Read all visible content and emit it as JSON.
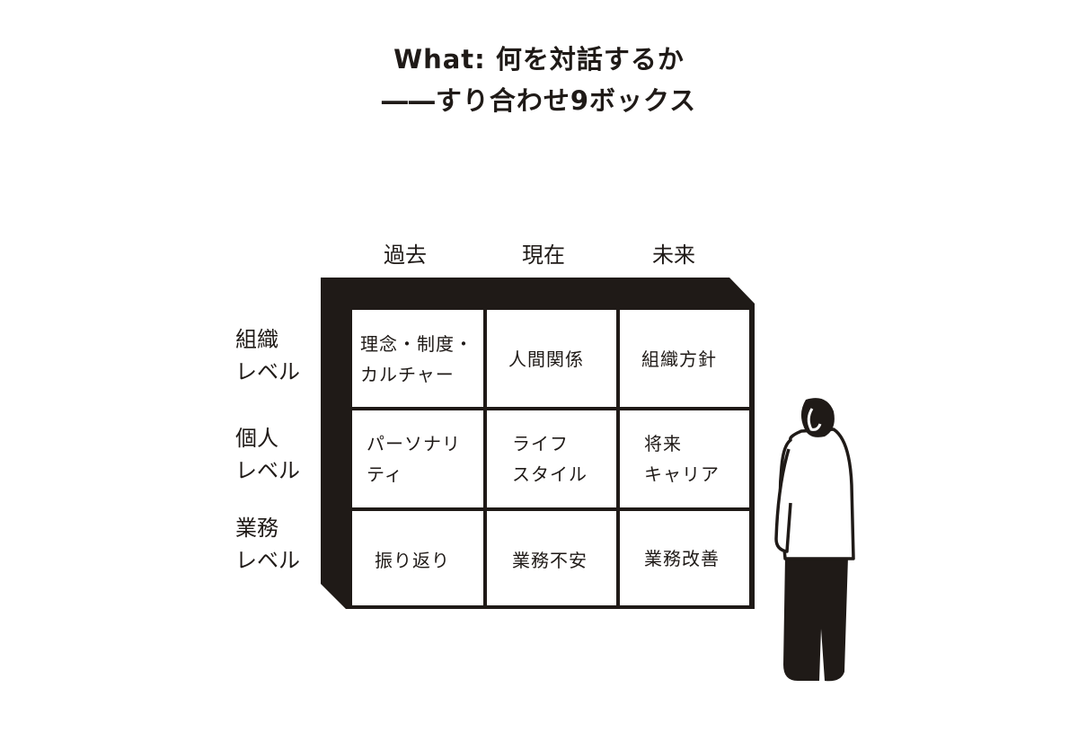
{
  "title": {
    "line1": "What: 何を対話するか",
    "line2": "――すり合わせ9ボックス"
  },
  "columns": [
    "過去",
    "現在",
    "未来"
  ],
  "rows": [
    {
      "line1": "組織",
      "line2": "レベル"
    },
    {
      "line1": "個人",
      "line2": "レベル"
    },
    {
      "line1": "業務",
      "line2": "レベル"
    }
  ],
  "cells": [
    [
      {
        "line1": "理念・制度・",
        "line2": "カルチャー"
      },
      {
        "line1": "人間関係",
        "line2": ""
      },
      {
        "line1": "組織方針",
        "line2": ""
      }
    ],
    [
      {
        "line1": "パーソナリ",
        "line2": "ティ"
      },
      {
        "line1": "ライフ",
        "line2": "スタイル"
      },
      {
        "line1": "将来",
        "line2": "キャリア"
      }
    ],
    [
      {
        "line1": "振り返り",
        "line2": ""
      },
      {
        "line1": "業務不安",
        "line2": ""
      },
      {
        "line1": "業務改善",
        "line2": ""
      }
    ]
  ],
  "colors": {
    "ink": "#1f1a17",
    "paper": "#ffffff"
  },
  "icons": [
    "person-figure-icon"
  ]
}
